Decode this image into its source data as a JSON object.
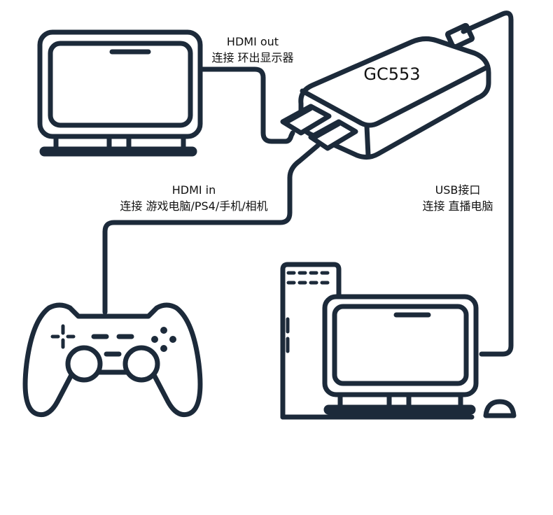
{
  "device_name": "GC553",
  "labels": {
    "hdmi_out_title": "HDMI out",
    "hdmi_out_desc": "连接 环出显示器",
    "hdmi_in_title": "HDMI in",
    "hdmi_in_desc": "连接  游戏电脑/PS4/手机/相机",
    "usb_title": "USB接口",
    "usb_desc": "连接 直播电脑"
  },
  "colors": {
    "line": "#1c2a3a",
    "background": "#ffffff",
    "text": "#111111"
  },
  "icons": [
    "monitor-icon",
    "capture-box-icon",
    "gamepad-icon",
    "desktop-computer-icon",
    "mouse-icon"
  ]
}
